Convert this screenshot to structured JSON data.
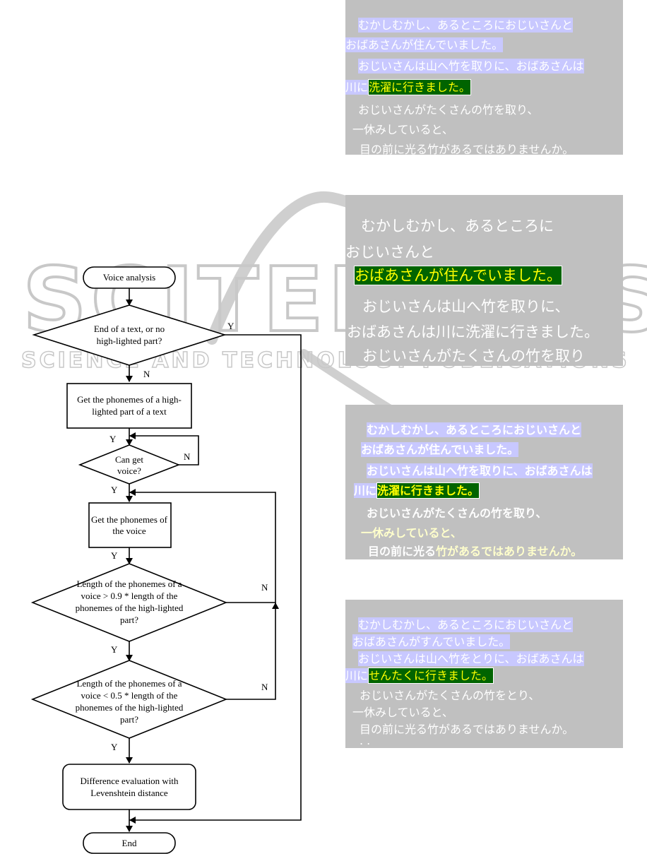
{
  "watermark": {
    "title": "SCITEPRESS",
    "subtitle": "SCIENCE AND TECHNOLOGY PUBLICATIONS"
  },
  "flowchart": {
    "start": "Voice analysis",
    "decision1": [
      "End of a text, or no",
      "high-lighted part?"
    ],
    "process1": [
      "Get the phonemes of a high-",
      "lighted part of a text"
    ],
    "decision2": [
      "Can get",
      "voice?"
    ],
    "process2": [
      "Get the phonemes of",
      "the voice"
    ],
    "decision3": [
      "Length of the phonemes of a",
      "voice  >  0.9 * length of the",
      "phonemes of the high-lighted",
      "part?"
    ],
    "decision4": [
      "Length of the phonemes of a",
      "voice  <  0.5 * length of the",
      "phonemes of the high-lighted",
      "part?"
    ],
    "process3": [
      "Difference evaluation with",
      "Levenshtein distance"
    ],
    "end": "End",
    "yes": "Y",
    "no": "N"
  },
  "panel1": {
    "line1": "むかしむかし、あるところにおじいさんと",
    "line2": "おばあさんが住んでいました。",
    "line3": "おじいさんは山へ竹を取りに、おばあさんは",
    "line4a": "川に",
    "line4b": "洗濯に行きました。",
    "line5": "おじいさんがたくさんの竹を取り、",
    "line6": "一休みしていると、",
    "line7": "目の前に光る竹があるではありませんか。"
  },
  "panel2": {
    "line1": "むかしむかし、あるところに",
    "line2": "おじいさんと",
    "line3": "おばあさんが住んでいました。",
    "line4": "おじいさんは山へ竹を取りに、",
    "line5": "おばあさんは川に洗濯に行きました。",
    "line6": "おじいさんがたくさんの竹を取り"
  },
  "panel3": {
    "line1": "むかしむかし、あるところにおじいさんと",
    "line2": "おばあさんが住んでいました。",
    "line3": "おじいさんは山へ竹を取りに、おばあさんは",
    "line4a": "川に",
    "line4b": "洗濯に行きました。",
    "line5": "おじいさんがたくさんの竹を取り、",
    "line6": "一休みしていると、",
    "line7a": "目の前に光る",
    "line7b": "竹があるではありませんか。"
  },
  "panel4": {
    "line1": "むかしむかし、あるところにおじいさんと",
    "line2": "おばあさんがすんでいました。",
    "line3": "おじいさんは山へ竹をとりに、おばあさんは",
    "line4a": "川に",
    "line4b": "せんたくに行きました。",
    "line5": "おじいさんがたくさんの竹をとり、",
    "line6": "一休みしていると、",
    "line7": "目の前に光る竹があるではありませんか。",
    "line8": ". ."
  },
  "colors": {
    "panel_bg": "#c0c0c0",
    "highlight_bg": "#c8c8ff",
    "selected_bg": "#006400",
    "selected_text": "#ffff00"
  }
}
